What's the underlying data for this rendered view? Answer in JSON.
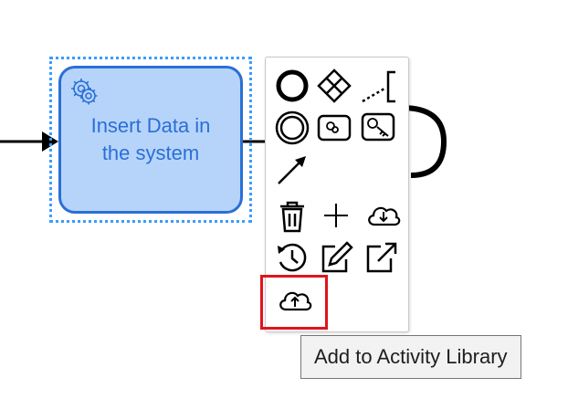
{
  "task": {
    "label_line1": "Insert Data in",
    "label_line2": "the system"
  },
  "context_pad": {
    "entries": [
      "append-end-event-icon",
      "append-gateway-icon",
      "append-text-annotation-icon",
      "append-intermediate-event-icon",
      "append-task-icon",
      "append-service-task-icon",
      "connect-icon",
      "delete-icon",
      "add-icon",
      "download-cloud-icon",
      "history-icon",
      "edit-icon",
      "open-external-icon",
      "upload-cloud-icon"
    ]
  },
  "tooltip": {
    "text": "Add to Activity Library"
  },
  "colors": {
    "task_fill": "#b6d4fa",
    "task_stroke": "#2a6fd6",
    "selection_outline": "#3b9cff",
    "highlight_box": "#e0141b",
    "tooltip_bg": "#f2f2f2"
  }
}
